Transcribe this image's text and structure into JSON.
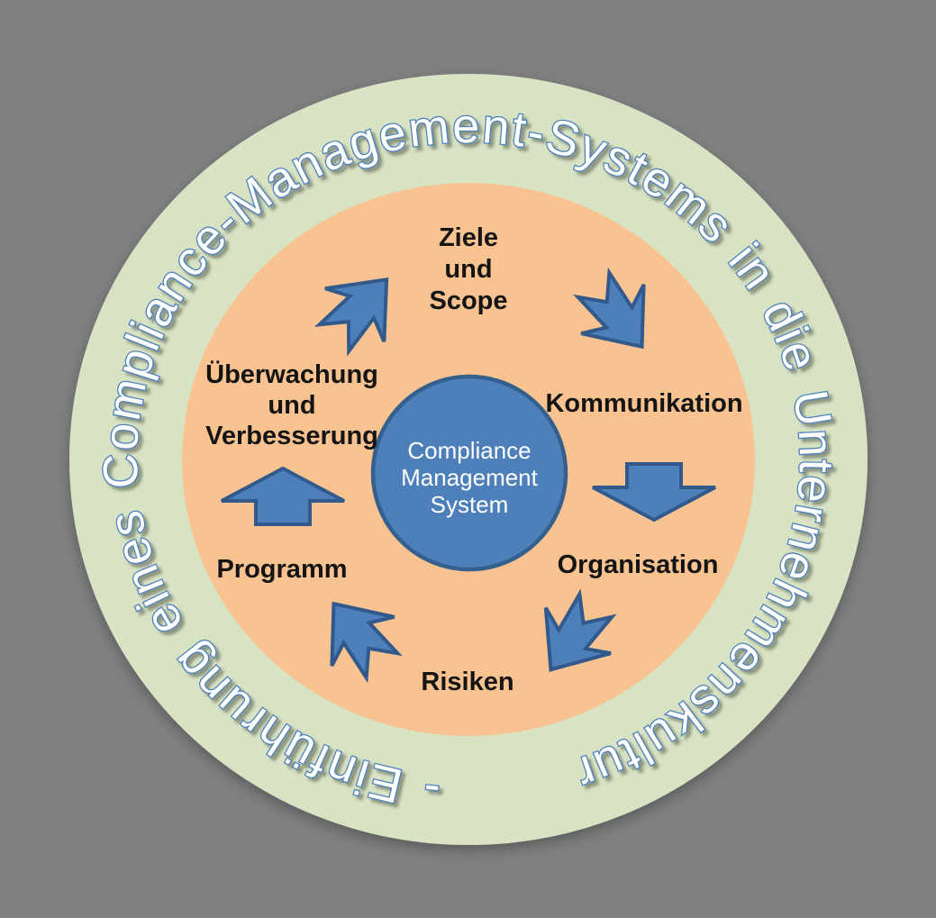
{
  "diagram": {
    "description_visible_only": false,
    "colors": {
      "background": "#808080",
      "outer_ring": "#d8e3c4",
      "inner_disc": "#f8c390",
      "arrow_fill": "#4d80ba",
      "arrow_border": "#31598b",
      "center_circle_fill": "#4d80ba",
      "center_circle_border": "#35608e",
      "stage_label_text": "#141414",
      "ring_text_fill": "#ffffff",
      "ring_text_outline": "#4f81bd",
      "center_text": "#ffffff"
    }
  },
  "ring": {
    "text": "- Einführung eines Compliance-Management-Systems in die Unternehmenskultur"
  },
  "center": {
    "lines": [
      "Compliance",
      "Management",
      "System"
    ]
  },
  "stages": [
    {
      "name": "ziele-und-scope",
      "lines": [
        "Ziele",
        "und",
        "Scope"
      ]
    },
    {
      "name": "kommunikation",
      "lines": [
        "Kommunikation"
      ]
    },
    {
      "name": "organisation",
      "lines": [
        "Organisation"
      ]
    },
    {
      "name": "risiken",
      "lines": [
        "Risiken"
      ]
    },
    {
      "name": "programm",
      "lines": [
        "Programm"
      ]
    },
    {
      "name": "ueberwachung-und-verbesserung",
      "lines": [
        "Überwachung",
        "und",
        "Verbesserung"
      ]
    }
  ],
  "arrows": [
    {
      "name": "arrow-ueberwachung-to-ziele",
      "direction": "northeast"
    },
    {
      "name": "arrow-ziele-to-kommunikation",
      "direction": "southeast"
    },
    {
      "name": "arrow-kommunikation-to-organisation",
      "direction": "down"
    },
    {
      "name": "arrow-organisation-to-risiken",
      "direction": "southwest"
    },
    {
      "name": "arrow-risiken-to-programm",
      "direction": "northwest"
    },
    {
      "name": "arrow-programm-to-ueberwachung",
      "direction": "up"
    }
  ]
}
